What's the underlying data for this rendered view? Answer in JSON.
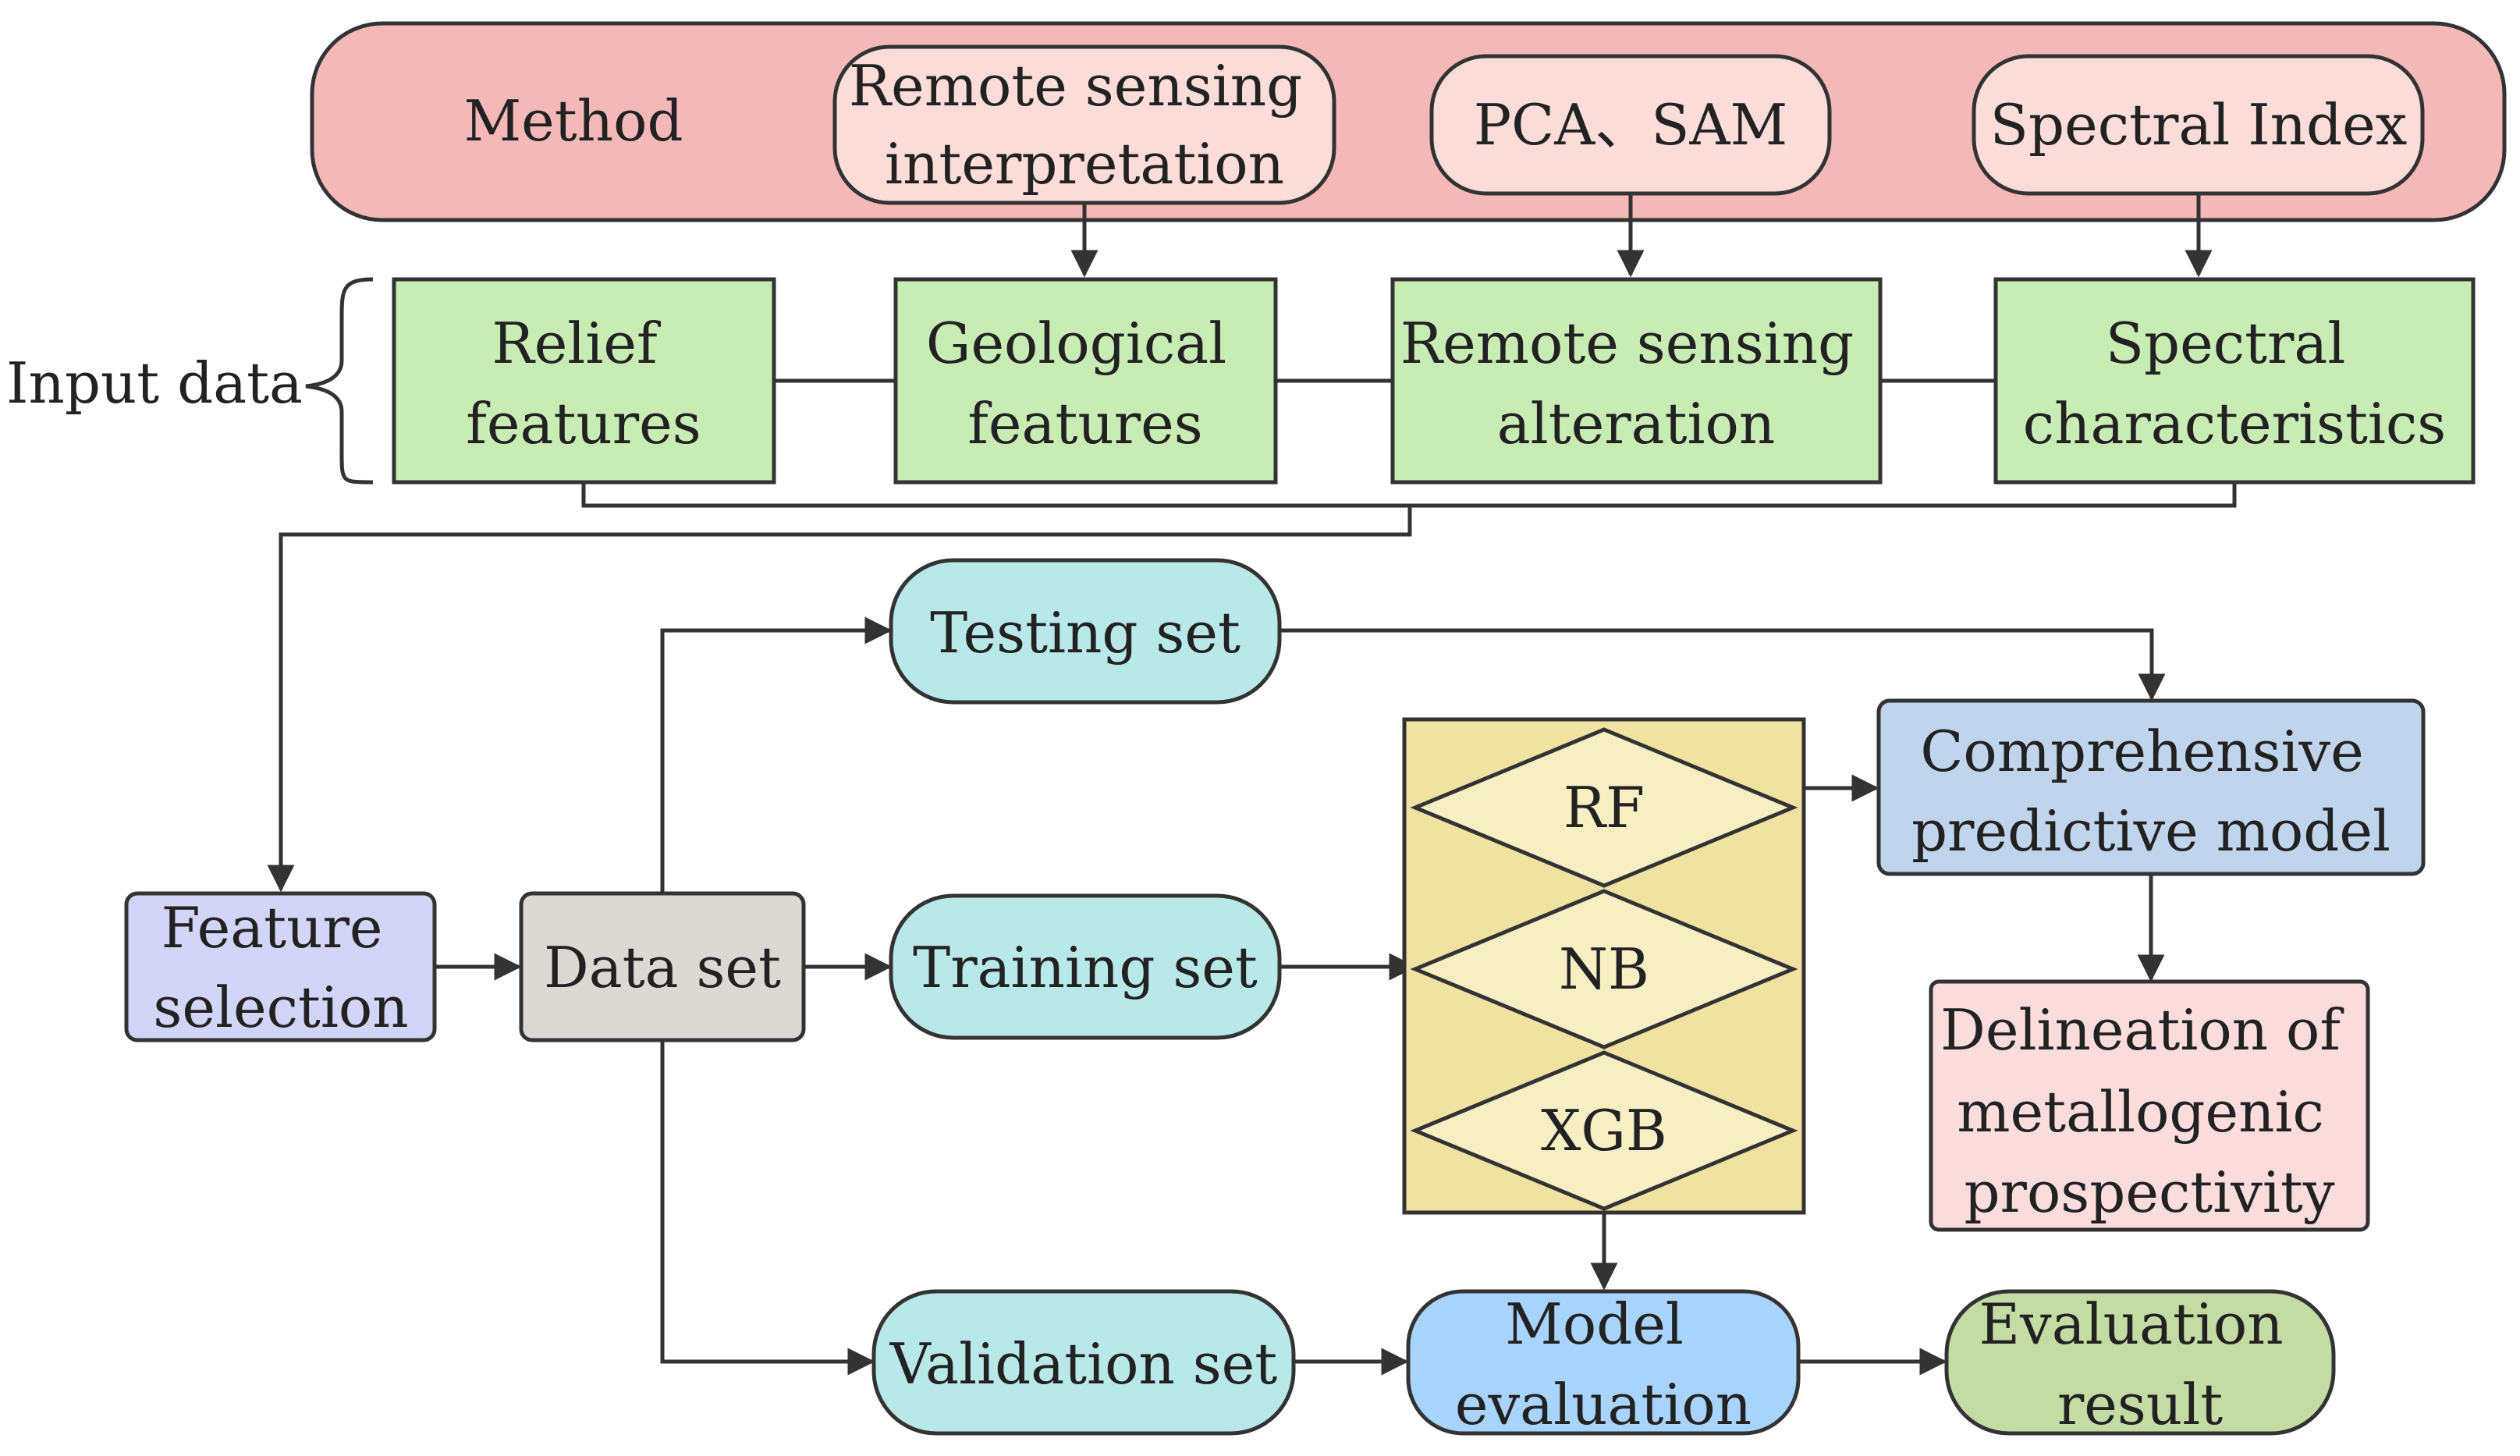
{
  "method": {
    "label": "Method",
    "remote_sensing_interpretation": [
      "Remote sensing",
      "interpretation"
    ],
    "pca_sam": "PCA、SAM",
    "spectral_index": "Spectral Index"
  },
  "input": {
    "label": "Input data",
    "relief": [
      "Relief",
      "features"
    ],
    "geological": [
      "Geological",
      "features"
    ],
    "alteration": [
      "Remote sensing",
      "alteration"
    ],
    "spectral": [
      "Spectral",
      "characteristics"
    ]
  },
  "flow": {
    "feature_selection": [
      "Feature",
      "selection"
    ],
    "data_set": "Data set",
    "testing_set": "Testing set",
    "training_set": "Training set",
    "validation_set": "Validation set",
    "models": [
      "RF",
      "NB",
      "XGB"
    ],
    "comprehensive": [
      "Comprehensive",
      "predictive model"
    ],
    "delineation": [
      "Delineation of",
      "metallogenic",
      "prospectivity"
    ],
    "model_evaluation": [
      "Model",
      "evaluation"
    ],
    "evaluation_result": [
      "Evaluation",
      "result"
    ]
  },
  "colors": {
    "method_band": "#f5b8b8",
    "method_pill": "#fbdcd8",
    "input_box": "#c8ecb4",
    "feature_box": "#d2d4f8",
    "data_box": "#dcd8d4",
    "set_pill": "#b8e8e8",
    "model_panel": "#f0e2a0",
    "diamond": "#f8eec4",
    "comprehensive_box": "#c0d4ec",
    "delineation_box": "#fbdcdc",
    "model_eval": "#a8d4fc",
    "eval_result": "#c4dca4",
    "line": "#333333"
  }
}
